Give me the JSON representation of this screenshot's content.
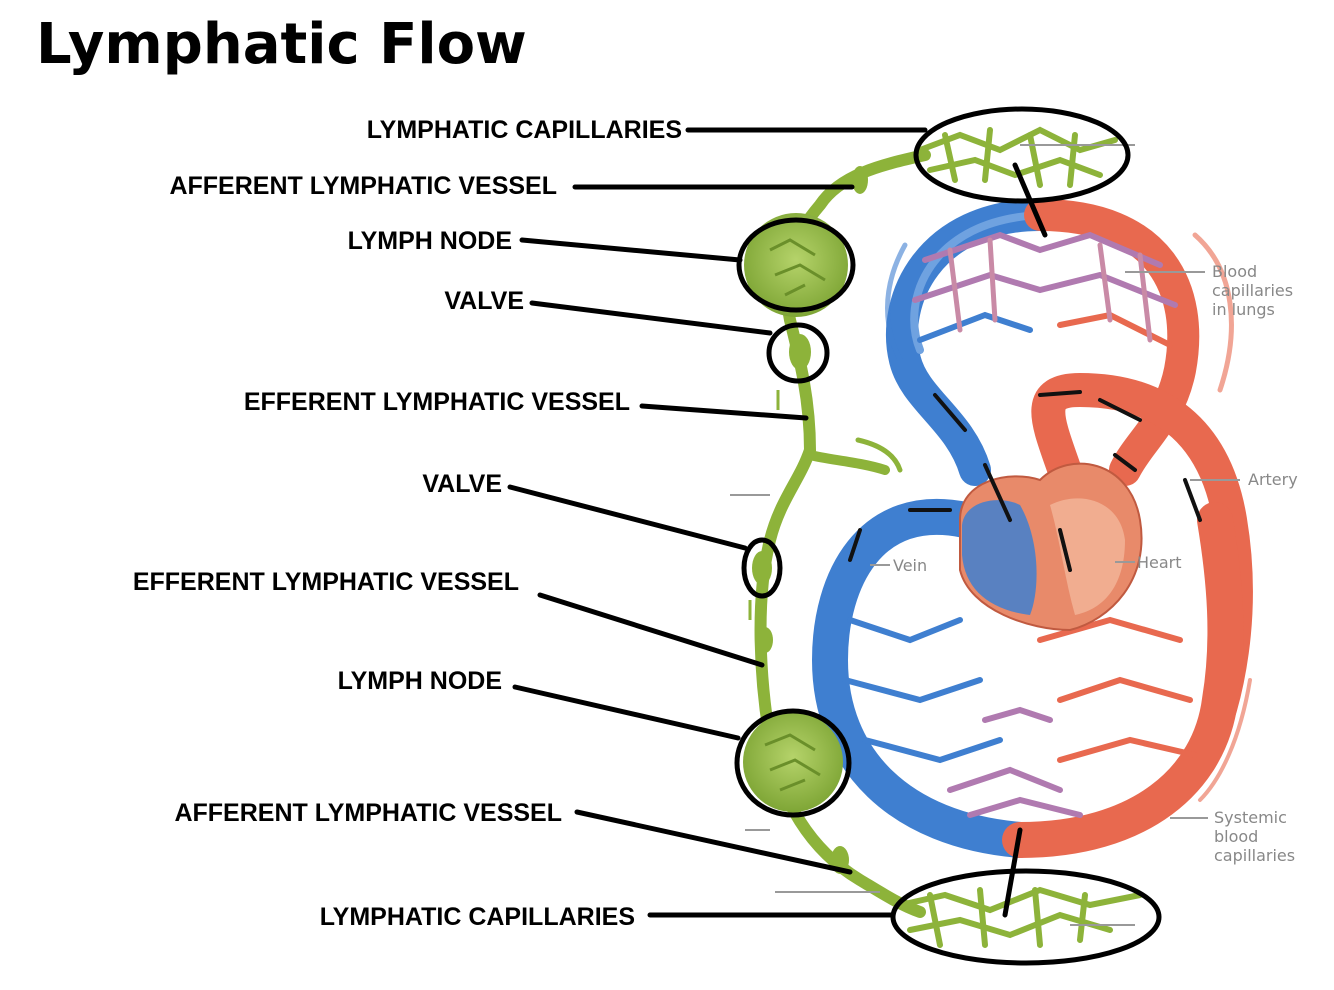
{
  "title": "Lymphatic Flow",
  "labels": {
    "lymphatic_capillaries_top": "LYMPHATIC CAPILLARIES",
    "afferent_vessel_top": "AFFERENT LYMPHATIC VESSEL",
    "lymph_node_top": "LYMPH NODE",
    "valve_top": "VALVE",
    "efferent_vessel_top": "EFFERENT LYMPHATIC VESSEL",
    "valve_bottom": "VALVE",
    "efferent_vessel_bottom": "EFFERENT LYMPHATIC VESSEL",
    "lymph_node_bottom": "LYMPH NODE",
    "afferent_vessel_bottom": "AFFERENT LYMPHATIC VESSEL",
    "lymphatic_capillaries_bottom": "LYMPHATIC CAPILLARIES"
  },
  "figure_labels": {
    "blood_capillaries_lungs": "Blood\ncapillaries\nin lungs",
    "artery": "Artery",
    "vein": "Vein",
    "heart": "Heart",
    "systemic_capillaries": "Systemic\nblood\ncapillaries"
  },
  "colors": {
    "lymph": "#8db33a",
    "vein": "#3f7fd0",
    "artery": "#e8694f",
    "mixed": "#b07ab0",
    "outline": "#000000"
  }
}
